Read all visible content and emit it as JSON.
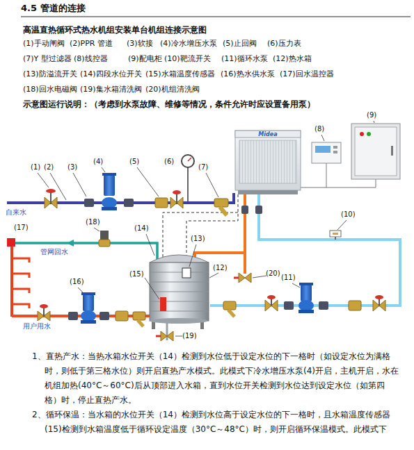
{
  "diagram": {
    "title": "高温直热循环式热水机组安装单台机组连接示意图",
    "nodes": [
      {
        "text": [
          "Midea"
        ]
      }
    ],
    "labels": [
      "4.5 管道的连接",
      "(1)手动闸阀",
      "(2)PPR 管道",
      "(3)软接",
      "(4)冷水增压水泵",
      "(5)止回阀",
      "(6)压力表",
      "(7)Y 型过滤器",
      "(8)线控器",
      "(9)配电柜",
      "(10)靶流开关",
      "(11)循环水泵",
      "(12)热水箱",
      "(13)防溢流开关",
      "(14)四段水位开关",
      "(15)水箱温度传感器",
      "(16)热水供水泵",
      "(17)回水温控器",
      "(18)回水电磁阀",
      "(19)集水箱清洗阀",
      "(20)机组清洗阀",
      "示意图运行说明：（考虑到水泵故障、维修等情况，条件允许时应设置备用泵）",
      "(1)",
      "(2)",
      "(3)",
      "(4)",
      "(5)",
      "(6)",
      "(7)",
      "(8)",
      "(9)",
      "(10)",
      "(11)",
      "(12)",
      "(13)",
      "(14)",
      "(15)",
      "(16)",
      "(17)",
      "(18)",
      "(19)",
      "(20)",
      "自来水",
      "管网回水",
      "用户用水",
      "1、直热产水：当热水箱水位开关（14）检测到水位低于设定水位的下一格时（如设定水位为满格时，则低于第三格水位）则开启直热产水模式。此模式下冷水增压水泵(4)开启，主机开启，水在机组加热(40°C～60°C)后从顶部进入水箱，直到水位开关检测到水位达到设定水位（如第四格）时，停止直热产水。",
      "2、循环保温：当水箱的水位开关（14）检测到水位高于设定水位的下一格时，且水箱温度传感器(15)检测到水箱温度低于循环设定温度（30°C～48°C）时，则开启循环保温模式。此模式下"
    ]
  }
}
